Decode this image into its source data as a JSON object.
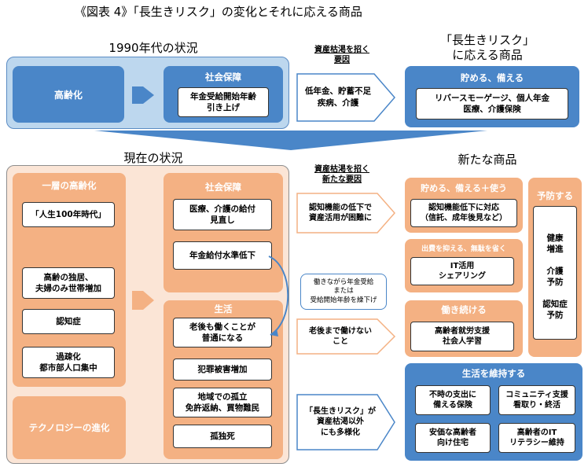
{
  "title": "《図表 4》「長生きリスク」の変化とそれに応える商品",
  "section_1990": {
    "title": "1990年代の状況",
    "left_label": "高齢化",
    "social_header": "社会保障",
    "social_item": "年金受給開始年齢\n引き上げ"
  },
  "cause_1990": {
    "label": "資産枯渇を招く\n要因",
    "body": "低年金、貯蓄不足\n疾病、介護"
  },
  "product_1990": {
    "title": "「長生きリスク」\nに応える商品",
    "header": "貯める、備える",
    "item": "リバースモーゲージ、個人年金\n医療、介護保険"
  },
  "section_now": {
    "title": "現在の状況",
    "aging_header": "一層の高齢化",
    "aging_items": [
      "「人生100年時代」",
      "高齢の独居、\n夫婦のみ世帯増加",
      "認知症",
      "過疎化\n都市部人口集中"
    ],
    "tech_label": "テクノロジーの進化",
    "social_header": "社会保障",
    "social_items": [
      "医療、介護の給付\n見直し",
      "年金給付水準低下"
    ],
    "life_header": "生活",
    "life_items": [
      "老後も働くことが\n普通になる",
      "犯罪被害増加",
      "地域での孤立\n免許返納、買物難民",
      "孤独死"
    ]
  },
  "causes_now": {
    "label": "資産枯渇を招く\n新たな要因",
    "item1": "認知機能の低下で\n資産活用が困難に",
    "bubble": "働きながら年金受給\nまたは\n受給開始年齢を繰下げ",
    "item2": "老後まで働けない\nこと",
    "item3": "「長生きリスク」が\n資産枯渇以外\nにも多様化"
  },
  "new_products": {
    "title": "新たな商品",
    "save_header": "貯める、備える＋使う",
    "save_item": "認知機能低下に対応\n（信託、成年後見など）",
    "spend_header": "出費を抑える、無駄を省く",
    "spend_item": "IT活用\nシェアリング",
    "work_header": "働き続ける",
    "work_item": "高齢者就労支援\n社会人学習",
    "prevent_header": "予防する",
    "prevent_items": [
      "健康\n増進",
      "介護\n予防",
      "認知症\n予防"
    ],
    "life_header": "生活を維持する",
    "life_items": [
      "不時の支出に\n備える保険",
      "コミュニティ支援\n看取り・終活",
      "安価な高齢者\n向け住宅",
      "高齢者のIT\nリテラシー維持"
    ]
  },
  "colors": {
    "blue": "#4a86c8",
    "light_blue": "#bdd7ee",
    "orange": "#f4b183",
    "peach": "#fbe5d6"
  }
}
